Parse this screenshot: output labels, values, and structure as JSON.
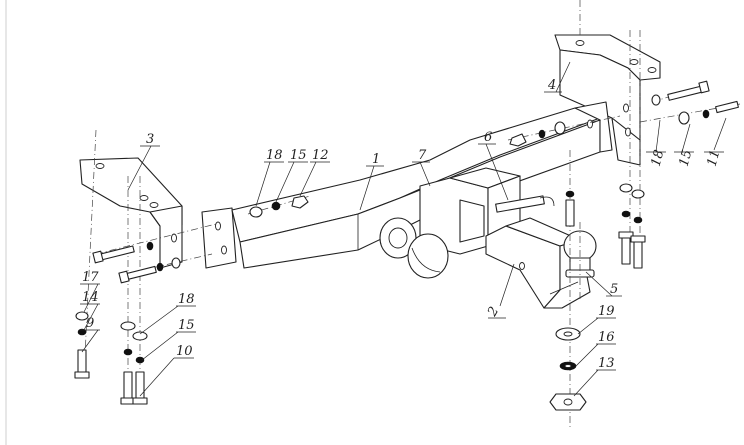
{
  "labels": [
    {
      "id": "1",
      "text": "1"
    },
    {
      "id": "2",
      "text": "2"
    },
    {
      "id": "3",
      "text": "3"
    },
    {
      "id": "4",
      "text": "4"
    },
    {
      "id": "5",
      "text": "5"
    },
    {
      "id": "6",
      "text": "6"
    },
    {
      "id": "7",
      "text": "7"
    },
    {
      "id": "9",
      "text": "9"
    },
    {
      "id": "10",
      "text": "10"
    },
    {
      "id": "11",
      "text": "11"
    },
    {
      "id": "12",
      "text": "12"
    },
    {
      "id": "13",
      "text": "13"
    },
    {
      "id": "14",
      "text": "14"
    },
    {
      "id": "15a",
      "text": "15"
    },
    {
      "id": "15b",
      "text": "15"
    },
    {
      "id": "15c",
      "text": "15"
    },
    {
      "id": "16",
      "text": "16"
    },
    {
      "id": "17",
      "text": "17"
    },
    {
      "id": "18a",
      "text": "18"
    },
    {
      "id": "18b",
      "text": "18"
    },
    {
      "id": "18c",
      "text": "18"
    },
    {
      "id": "19",
      "text": "19"
    }
  ]
}
